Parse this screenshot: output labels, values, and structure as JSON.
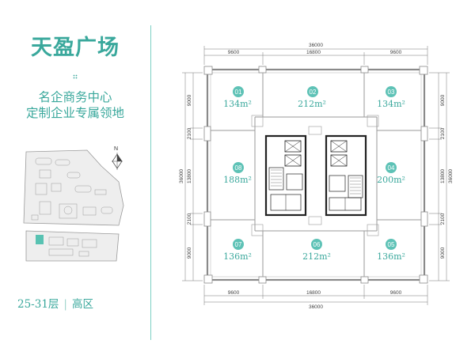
{
  "title": "天盈广场",
  "subtitle_line1": "名企商务中心",
  "subtitle_line2": "定制企业专属领地",
  "floor_range": "25-31层",
  "zone": "高区",
  "north_label": "N",
  "dimensions": {
    "total_width": "36000",
    "top_left": "9600",
    "top_center": "16800",
    "top_right": "9600",
    "left_top": "9000",
    "left_upper_mid": "2100",
    "left_center": "13800",
    "left_lower_mid": "2100",
    "left_bottom": "9000",
    "left_total": "36000",
    "right_top": "9000",
    "right_upper_mid": "2100",
    "right_center": "13800",
    "right_lower_mid": "2100",
    "right_bottom": "9000",
    "right_total": "36000"
  },
  "units": [
    {
      "no": "01",
      "area": "134m²"
    },
    {
      "no": "02",
      "area": "212m²"
    },
    {
      "no": "03",
      "area": "134m²"
    },
    {
      "no": "04",
      "area": "200m²"
    },
    {
      "no": "05",
      "area": "136m²"
    },
    {
      "no": "06",
      "area": "212m²"
    },
    {
      "no": "07",
      "area": "136m²"
    },
    {
      "no": "08",
      "area": "188m²"
    }
  ],
  "colors": {
    "accent": "#3aa89c",
    "unit_circle": "#5ec2b6",
    "highlight": "#58c2b2"
  }
}
